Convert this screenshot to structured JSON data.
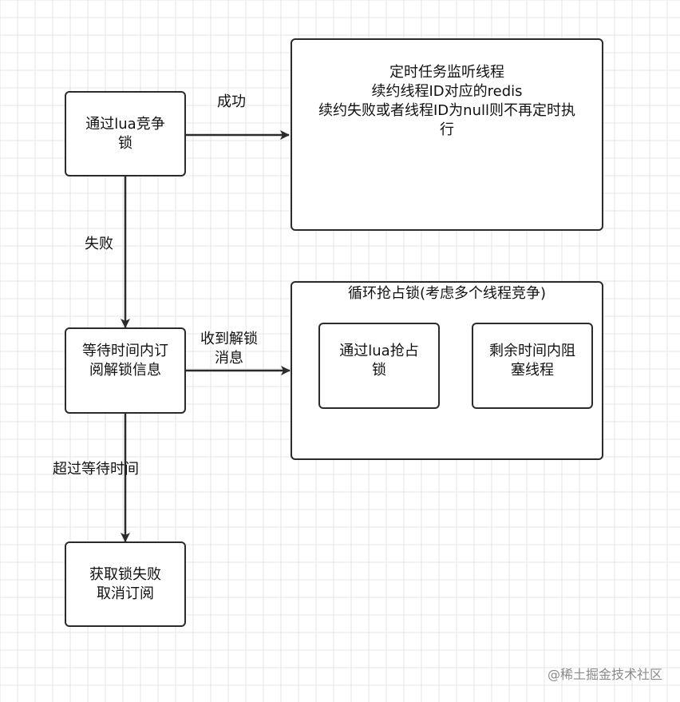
{
  "nodes": {
    "lua_compete": "通过lua竞争\n锁",
    "renew_task": "定时任务监听线程\n续约线程ID对应的redis\n续约失败或者线程ID为null则不再定时执\n行",
    "wait_subscribe": "等待时间内订\n阅解锁信息",
    "loop_title": "循环抢占锁(考虑多个线程竞争)",
    "lua_grab": "通过lua抢占\n锁",
    "block_thread": "剩余时间内阻\n塞线程",
    "fail_cancel": "获取锁失败\n取消订阅"
  },
  "edges": {
    "success": "成功",
    "failure": "失败",
    "received_unlock": "收到解锁\n消息",
    "timeout": "超过等待时间"
  },
  "watermark": "@稀土掘金技术社区",
  "colors": {
    "stroke": "#2b2b2b",
    "grid": "#e6e6e6",
    "background": "#ffffff"
  }
}
